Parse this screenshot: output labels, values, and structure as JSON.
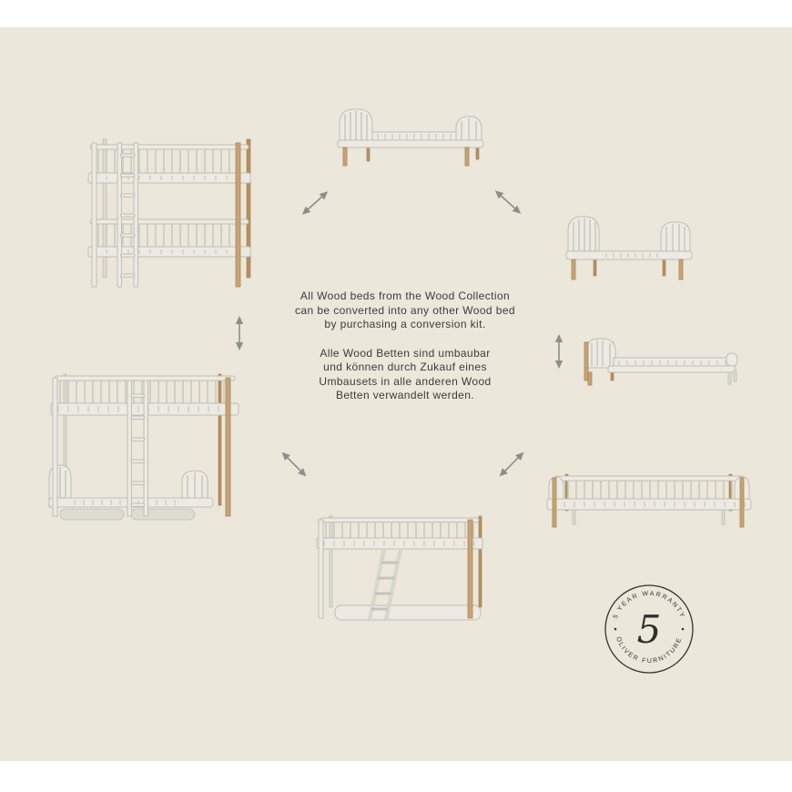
{
  "center_text": {
    "english": [
      "All Wood beds from the Wood Collection",
      "can be converted into any other Wood bed",
      "by purchasing a conversion kit."
    ],
    "german": [
      "Alle Wood Betten sind umbaubar",
      "und können durch Zukauf eines",
      "Umbausets in alle anderen Wood",
      "Betten verwandelt werden."
    ]
  },
  "badge": {
    "arc_top": "5 YEAR WARRANTY",
    "arc_bottom": "OLIVER FURNITURE",
    "number": "5"
  },
  "beds": [
    "single-bed",
    "bunk-bed",
    "junior-bed",
    "single-bed-long",
    "day-bed",
    "low-loft-bed",
    "loft-bed"
  ],
  "colors": {
    "background": "#ebe7db",
    "bed_frame_white": "#eceae2",
    "wood_oak": "#c8a376",
    "arrow_gray": "#8e8e8a",
    "text_dark": "#3b3b39",
    "badge_ink": "#33332f"
  }
}
